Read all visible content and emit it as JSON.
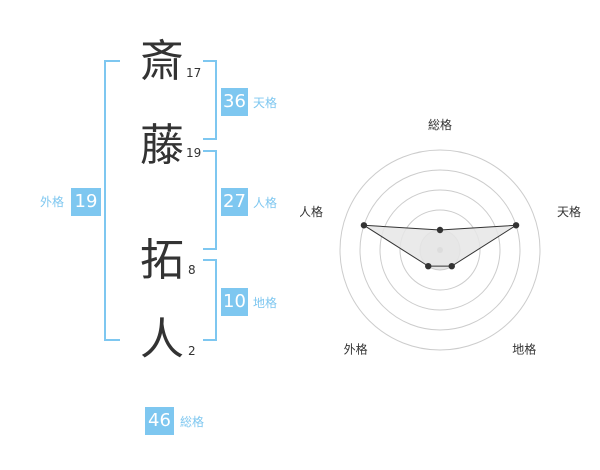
{
  "name": {
    "chars": [
      {
        "char": "斎",
        "strokes": "17"
      },
      {
        "char": "藤",
        "strokes": "19"
      },
      {
        "char": "拓",
        "strokes": "8"
      },
      {
        "char": "人",
        "strokes": "2"
      }
    ]
  },
  "fortunes": {
    "tenkaku": {
      "label": "天格",
      "value": "36"
    },
    "jinkaku": {
      "label": "人格",
      "value": "27"
    },
    "chikaku": {
      "label": "地格",
      "value": "10"
    },
    "gaikaku": {
      "label": "外格",
      "value": "19"
    },
    "soukaku": {
      "label": "総格",
      "value": "46"
    }
  },
  "radar": {
    "axes": [
      "総格",
      "天格",
      "地格",
      "外格",
      "人格"
    ],
    "levels": 5,
    "values": [
      1,
      4,
      1,
      1,
      4
    ],
    "colors": {
      "grid": "#cccccc",
      "fill": "#e6e6e6",
      "line": "#333333",
      "center_dot": "#aaaaaa"
    }
  },
  "colors": {
    "accent": "#7ec7f0",
    "text": "#333333"
  }
}
